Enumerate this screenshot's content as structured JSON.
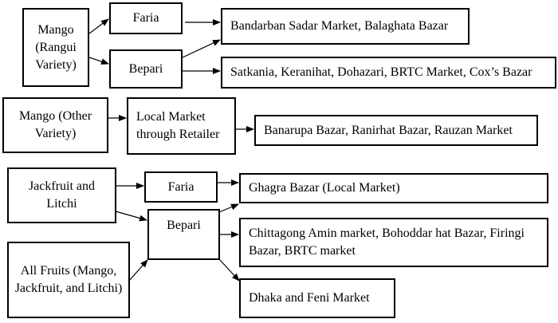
{
  "diagram": {
    "colors": {
      "line": "#000000",
      "box_fill": "#ffffff",
      "text": "#000000"
    },
    "nodes": {
      "mango_rangui": "Mango (Rangui Variety)",
      "faria_1": "Faria",
      "bepari_1": "Bepari",
      "bandarban": "Bandarban Sadar Market, Balaghata Bazar",
      "satkania": "Satkania, Keranihat, Dohazari, BRTC Market, Cox’s Bazar",
      "mango_other": "Mango (Other Variety)",
      "local_market": "Local Market through Retailer",
      "banarupa": "Banarupa Bazar, Ranirhat Bazar, Rauzan Market",
      "jackfruit_litchi": "Jackfruit and Litchi",
      "all_fruits": "All Fruits (Mango, Jackfruit, and Litchi)",
      "faria_2": "Faria",
      "bepari_2": "Bepari",
      "ghagra": "Ghagra Bazar (Local Market)",
      "chittagong": "Chittagong Amin market, Bohoddar hat Bazar, Firingi Bazar, BRTC market",
      "dhaka_feni": "Dhaka and Feni Market"
    },
    "edges": [
      {
        "from": "mango_rangui",
        "to": "faria_1"
      },
      {
        "from": "mango_rangui",
        "to": "bepari_1"
      },
      {
        "from": "faria_1",
        "to": "bandarban"
      },
      {
        "from": "bepari_1",
        "to": "bandarban"
      },
      {
        "from": "bepari_1",
        "to": "satkania"
      },
      {
        "from": "mango_other",
        "to": "local_market"
      },
      {
        "from": "local_market",
        "to": "banarupa"
      },
      {
        "from": "jackfruit_litchi",
        "to": "faria_2"
      },
      {
        "from": "jackfruit_litchi",
        "to": "bepari_2"
      },
      {
        "from": "all_fruits",
        "to": "bepari_2"
      },
      {
        "from": "faria_2",
        "to": "ghagra"
      },
      {
        "from": "bepari_2",
        "to": "ghagra"
      },
      {
        "from": "bepari_2",
        "to": "chittagong"
      },
      {
        "from": "bepari_2",
        "to": "dhaka_feni"
      }
    ]
  }
}
